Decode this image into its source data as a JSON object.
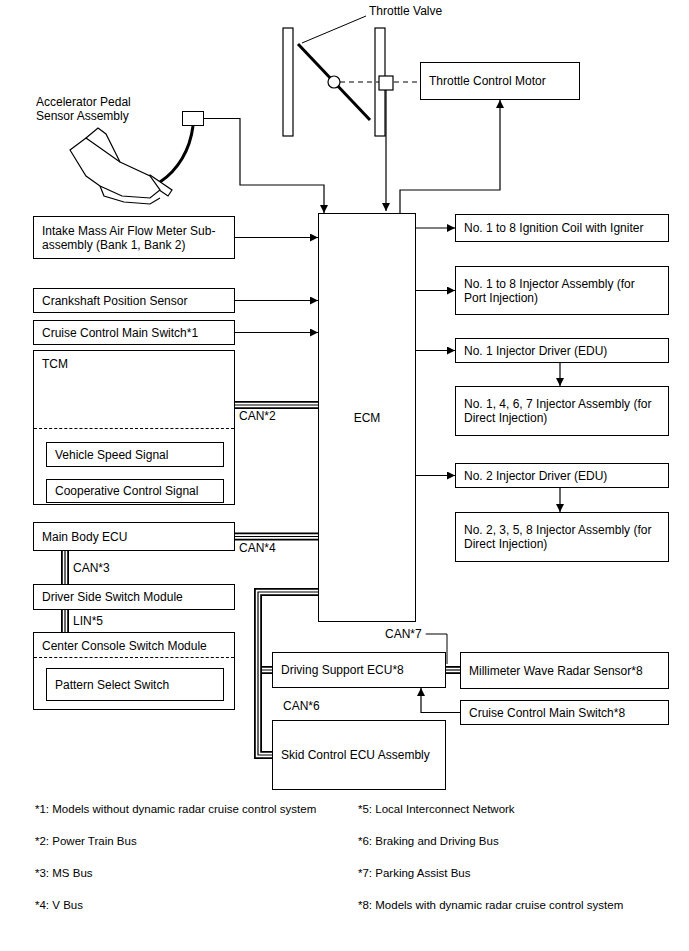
{
  "diagram": {
    "nodes": [
      {
        "text": [
          "Throttle Control Motor"
        ]
      },
      {
        "text": [
          "Accelerator Pedal Sensor Assembly"
        ]
      },
      {
        "text": [
          "Intake Mass Air Flow Meter Sub-assembly (Bank 1, Bank 2)"
        ]
      },
      {
        "text": [
          "Crankshaft Position Sensor"
        ]
      },
      {
        "text": [
          "Cruise Control Main Switch*1"
        ]
      },
      {
        "text": [
          "TCM"
        ]
      },
      {
        "text": [
          "Vehicle Speed Signal"
        ],
        "in": 5
      },
      {
        "text": [
          "Cooperative Control Signal"
        ],
        "in": 5
      },
      {
        "text": [
          "Main Body ECU"
        ]
      },
      {
        "text": [
          "Driver Side Switch Module"
        ]
      },
      {
        "text": [
          "Center Console Switch Module"
        ]
      },
      {
        "text": [
          "Pattern Select Switch"
        ],
        "in": 10
      },
      {
        "text": [
          "ECM"
        ]
      },
      {
        "text": [
          "No. 1 to 8 Ignition Coil with Igniter"
        ]
      },
      {
        "text": [
          "No. 1 to 8 Injector Assembly (for Port Injection)"
        ]
      },
      {
        "text": [
          "No. 1 Injector Driver (EDU)"
        ]
      },
      {
        "text": [
          "No. 1, 4, 6, 7 Injector Assembly (for Direct Injection)"
        ]
      },
      {
        "text": [
          "No. 2 Injector Driver (EDU)"
        ]
      },
      {
        "text": [
          "No. 2, 3, 5, 8 Injector Assembly (for Direct Injection)"
        ]
      },
      {
        "text": [
          "Driving Support ECU*8"
        ]
      },
      {
        "text": [
          "Millimeter Wave Radar Sensor*8"
        ]
      },
      {
        "text": [
          "Cruise Control Main Switch*8"
        ]
      },
      {
        "text": [
          "Skid Control ECU Assembly"
        ]
      }
    ],
    "edges": [
      {
        "from": 1,
        "to": 12,
        "arrow": "to"
      },
      {
        "from": 2,
        "to": 12,
        "arrow": "to"
      },
      {
        "from": 3,
        "to": 12,
        "arrow": "to"
      },
      {
        "from": 4,
        "to": 12,
        "arrow": "to"
      },
      {
        "from": 5,
        "to": 12,
        "label": "CAN*2",
        "arrow": "none"
      },
      {
        "from": 8,
        "to": 12,
        "label": "CAN*4",
        "arrow": "none"
      },
      {
        "from": 8,
        "to": 9,
        "label": "CAN*3",
        "arrow": "none"
      },
      {
        "from": 9,
        "to": 10,
        "label": "LIN*5",
        "arrow": "none"
      },
      {
        "from": 12,
        "to": 0,
        "arrow": "to"
      },
      {
        "from": 12,
        "to": 13,
        "arrow": "to"
      },
      {
        "from": 12,
        "to": 14,
        "arrow": "to"
      },
      {
        "from": 12,
        "to": 15,
        "arrow": "to"
      },
      {
        "from": 15,
        "to": 16,
        "arrow": "to"
      },
      {
        "from": 12,
        "to": 17,
        "arrow": "to"
      },
      {
        "from": 17,
        "to": 18,
        "arrow": "to"
      },
      {
        "from": 12,
        "to": 19,
        "arrow": "none"
      },
      {
        "from": 12,
        "to": 22,
        "label": "CAN*6",
        "arrow": "none"
      },
      {
        "from": 19,
        "to": 20,
        "label": "CAN*7",
        "arrow": "none"
      },
      {
        "from": 21,
        "to": 19,
        "arrow": "to"
      }
    ],
    "labels": [
      "Throttle Valve",
      "*1: Models without dynamic radar cruise control system",
      "*2: Power Train Bus",
      "*3: MS Bus",
      "*4: V Bus",
      "*5: Local Interconnect Network",
      "*6: Braking and Driving Bus",
      "*7: Parking Assist Bus",
      "*8: Models with dynamic radar cruise control system"
    ]
  }
}
